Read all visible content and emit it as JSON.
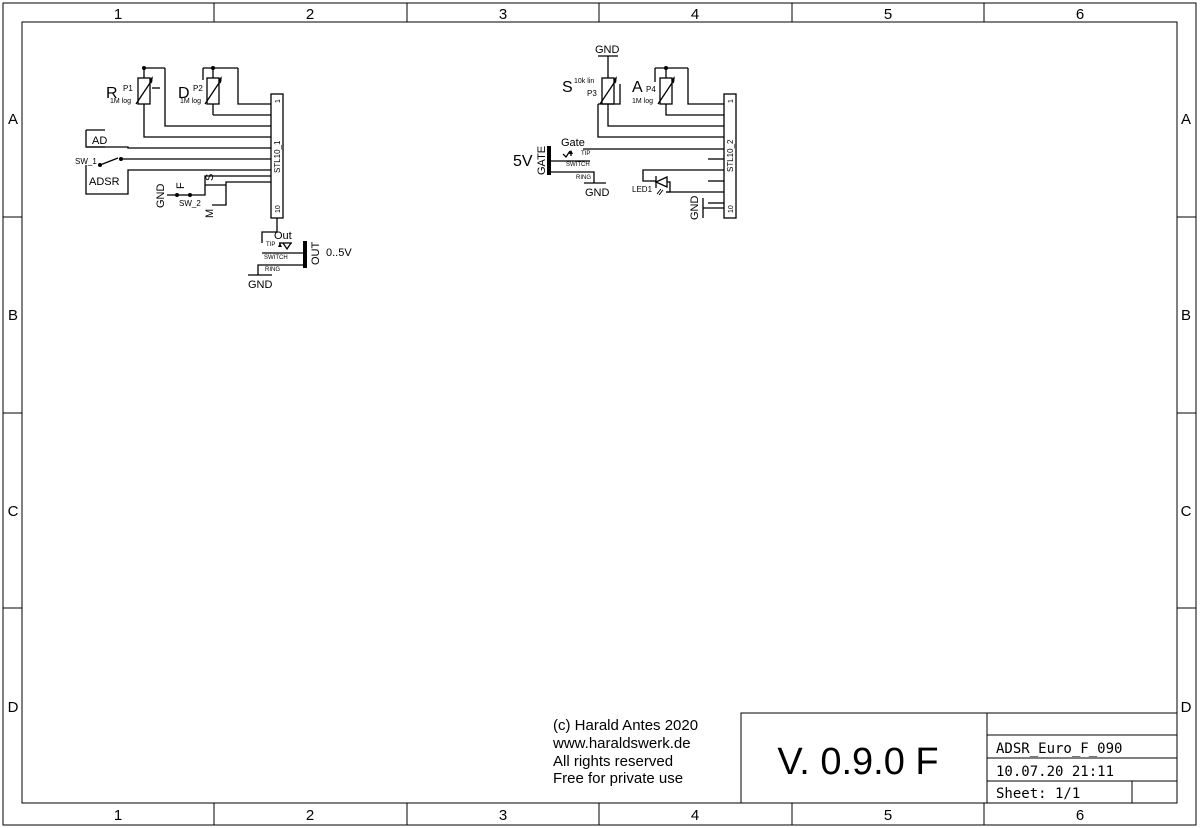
{
  "frame": {
    "columns": [
      "1",
      "2",
      "3",
      "4",
      "5",
      "6"
    ],
    "rows": [
      "A",
      "B",
      "C",
      "D"
    ]
  },
  "left_circuit": {
    "pot_r": {
      "label": "R",
      "ref": "P1",
      "value": "1M log"
    },
    "pot_d": {
      "label": "D",
      "ref": "P2",
      "value": "1M log"
    },
    "connector": {
      "ref": "STL10_1",
      "pin_first": "1",
      "pin_last": "10"
    },
    "switch1": {
      "ref": "SW_1",
      "pos_a": "AD",
      "pos_b": "ADSR"
    },
    "switch2": {
      "ref": "SW_2",
      "gnd": "GND",
      "f": "F",
      "s": "S",
      "m": "M"
    },
    "out_jack": {
      "signal": "Out",
      "tip": "TIP",
      "switch": "SWITCH",
      "ring": "RING",
      "name": "OUT",
      "range": "0..5V",
      "gnd": "GND"
    }
  },
  "right_circuit": {
    "top_gnd": "GND",
    "pot_s": {
      "label": "S",
      "ref": "P3",
      "value": "10k lin"
    },
    "pot_a": {
      "label": "A",
      "ref": "P4",
      "value": "1M log"
    },
    "connector": {
      "ref": "STL10_2",
      "pin_first": "1",
      "pin_last": "10"
    },
    "gate_jack": {
      "signal": "Gate",
      "tip": "TIP",
      "switch": "SWITCH",
      "ring": "RING",
      "name": "GATE",
      "voltage": "5V",
      "gnd": "GND"
    },
    "led": {
      "ref": "LED1"
    },
    "gnd2": "GND"
  },
  "credits": [
    "(c) Harald Antes 2020",
    "www.haraldswerk.de",
    "All rights reserved",
    "Free for private use"
  ],
  "title_block": {
    "version": "V. 0.9.0 F",
    "filename": "ADSR_Euro_F_090",
    "datetime": "10.07.20 21:11",
    "sheet": "Sheet: 1/1"
  }
}
